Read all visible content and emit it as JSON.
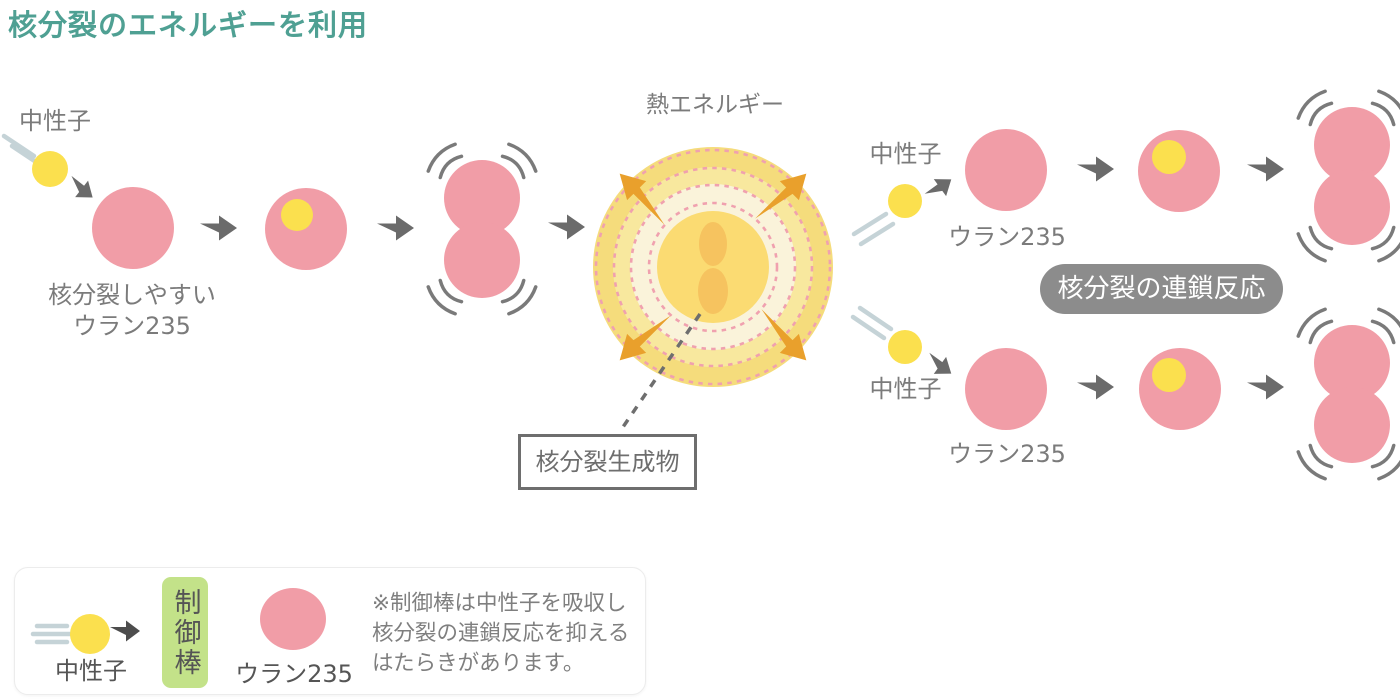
{
  "title": "核分裂のエネルギーを利用",
  "diagram": {
    "intro": {
      "neutron_label": "中性子",
      "uranium_caption_line1": "核分裂しやすい",
      "uranium_caption_line2": "ウラン235"
    },
    "explosion": {
      "heat_energy_label": "熱エネルギー",
      "fission_products_label": "核分裂生成物"
    },
    "chain_top": {
      "neutron_label": "中性子",
      "uranium_label": "ウラン235"
    },
    "chain_bottom": {
      "neutron_label": "中性子",
      "uranium_label": "ウラン235"
    },
    "chain_reaction_badge": "核分裂の連鎖反応"
  },
  "legend": {
    "neutron_label": "中性子",
    "control_rod_label": "制御棒",
    "uranium_label": "ウラン235",
    "note_lines": [
      "※制御棒は中性子を吸収し",
      "核分裂の連鎖反応を抑える",
      "はたらきがあります。"
    ]
  },
  "colors": {
    "title_teal": "#4FA093",
    "uranium_pink": "#F19DA7",
    "neutron_yellow": "#FBE04E",
    "arrow_gray": "#6B6B6B",
    "label_gray": "#7B7B7B",
    "legend_text_gray": "#555555",
    "badge_bg_gray": "#8C8C8C",
    "badge_text": "#FFFFFF",
    "explosion_outer_yellow": "#F5DC7C",
    "explosion_mid_yellow": "#F8E89E",
    "explosion_cream": "#FAF3DA",
    "explosion_core_yellow": "#FBDB72",
    "fission_product_orange": "#F6C35F",
    "dashed_ring_pink": "#F0A1AF",
    "energy_arrow_orange": "#E9A02C",
    "control_rod_green": "#C3E289",
    "speed_line_blue_gray": "#C5D3D7"
  }
}
